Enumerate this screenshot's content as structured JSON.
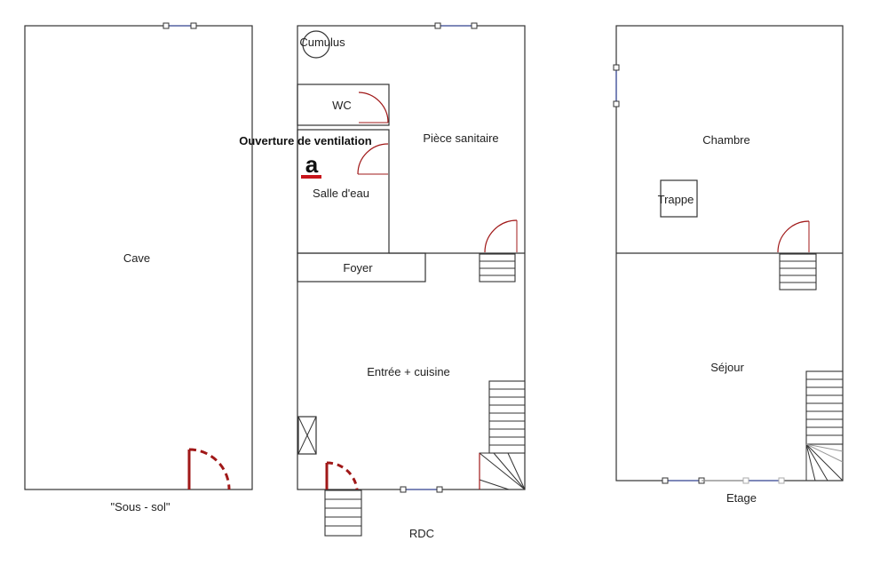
{
  "plans": {
    "sous_sol": {
      "caption": "\"Sous - sol\"",
      "rooms": {
        "cave": "Cave"
      }
    },
    "rdc": {
      "caption": "RDC",
      "rooms": {
        "cumulus": "Cumulus",
        "wc": "WC",
        "ventilation": "Ouverture de ventilation",
        "salle_eau": "Salle d'eau",
        "piece_sanitaire": "Pièce sanitaire",
        "foyer": "Foyer",
        "entree_cuisine": "Entrée + cuisine"
      }
    },
    "etage": {
      "caption": "Etage",
      "rooms": {
        "chambre": "Chambre",
        "trappe": "Trappe",
        "sejour": "Séjour"
      }
    }
  },
  "logo": {
    "letter": "a",
    "color": "#c8151b"
  },
  "colors": {
    "door": "#a01818",
    "window": "#4a5aa8",
    "wall": "#333333"
  }
}
